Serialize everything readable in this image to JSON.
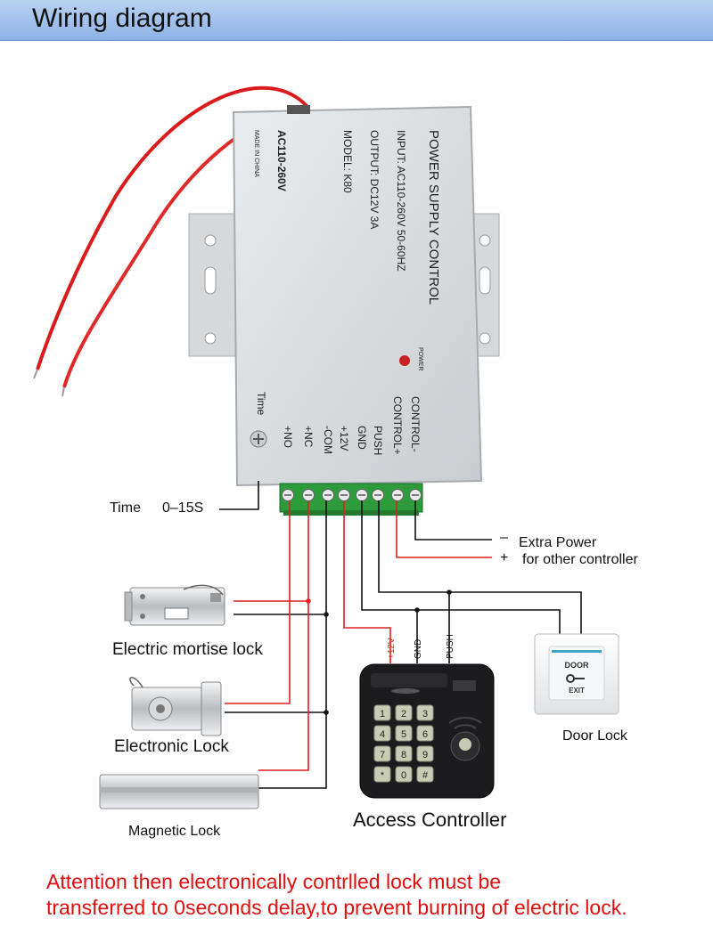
{
  "header": {
    "title": "Wiring diagram"
  },
  "power_supply": {
    "title": "POWER SUPPLY CONTROL",
    "input": "INPUT: AC110-260V 50-60HZ",
    "output": "OUTPUT: DC12V 3A",
    "model": "MODEL: K80",
    "ac_label": "AC110-260V",
    "made_in": "MADE IN CHINA",
    "power_led_label": "POWER",
    "time_label": "Time",
    "terminals": [
      "+NO",
      "+NC",
      "-COM",
      "+12V",
      "GND",
      "PUSH",
      "CONTROL+",
      "CONTROL-"
    ]
  },
  "labels": {
    "time_range_label": "Time",
    "time_range_value": "0–15S",
    "extra_minus": "–",
    "extra_power": "Extra Power",
    "extra_plus": "+",
    "for_other_controller": "for other controller",
    "mortise_lock": "Electric mortise lock",
    "electronic_lock": "Electronic Lock",
    "magnetic_lock": "Magnetic Lock",
    "access_controller": "Access Controller",
    "door_lock": "Door Lock",
    "wire_12v": "+12V",
    "wire_gnd": "GND",
    "wire_push": "PUSH"
  },
  "exit_button": {
    "door": "DOOR",
    "exit": "EXIT"
  },
  "keypad": {
    "keys": [
      "1",
      "2",
      "3",
      "4",
      "5",
      "6",
      "7",
      "8",
      "9",
      "*",
      "0",
      "#"
    ]
  },
  "warning": {
    "line1": "Attention then electronically contrlled lock must be",
    "line2": "transferred to 0seconds delay,to prevent burning of electric lock."
  },
  "colors": {
    "accent_header": "#9dbdea",
    "warning_text": "#e01010",
    "red_wire": "#e02020",
    "black_wire": "#111111"
  }
}
